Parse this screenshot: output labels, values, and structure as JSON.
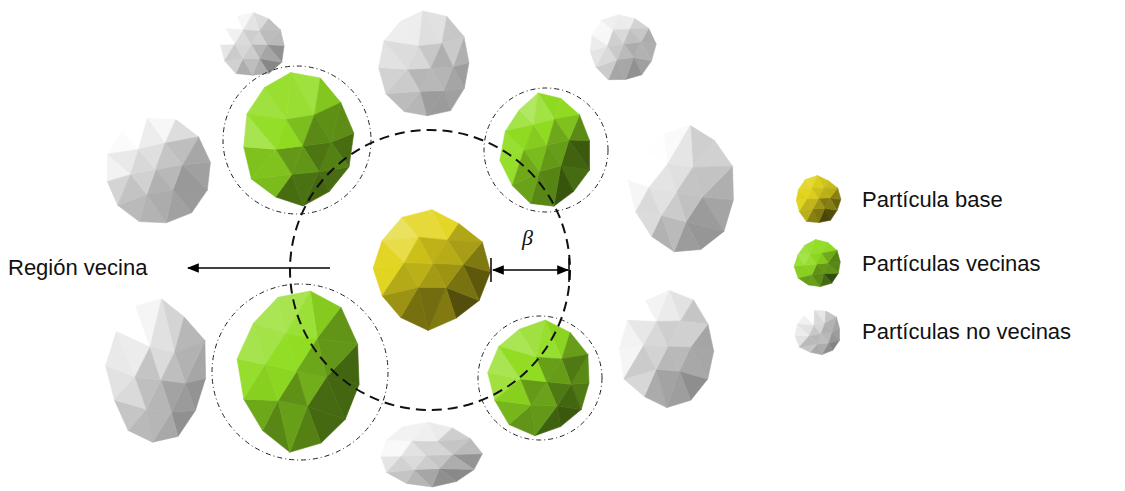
{
  "diagram": {
    "labels": [
      "Región vecina",
      "β"
    ],
    "legend": [
      {
        "text": "Partícula base",
        "color": "#b3a817"
      },
      {
        "text": "Partículas vecinas",
        "color": "#76b41c"
      },
      {
        "text": "Partículas no vecinas",
        "color": "#c9c9c9"
      }
    ]
  }
}
